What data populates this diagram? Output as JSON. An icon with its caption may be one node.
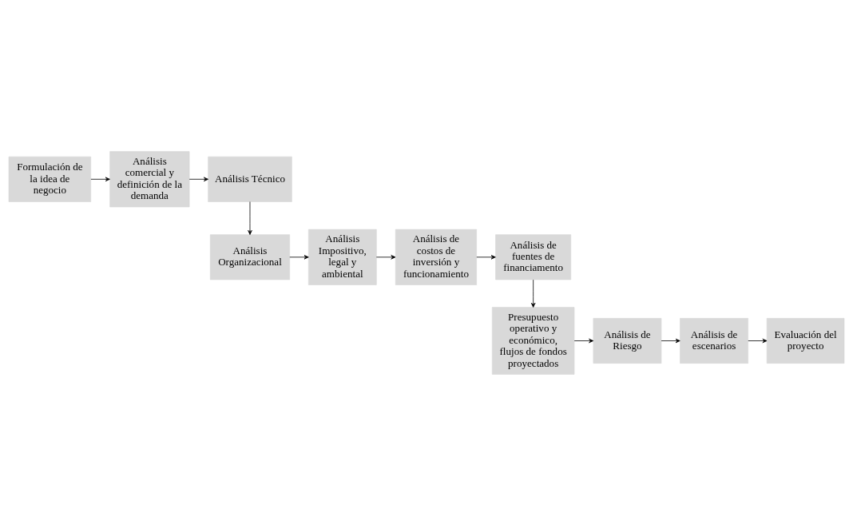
{
  "diagram": {
    "nodes": [
      {
        "text": [
          "Formulación de la idea de negocio"
        ]
      },
      {
        "text": [
          "Análisis comercial y definición de la demanda"
        ]
      },
      {
        "text": [
          "Análisis Técnico"
        ]
      },
      {
        "text": [
          "Análisis Organizacional"
        ]
      },
      {
        "text": [
          "Análisis Impositivo, legal y ambiental"
        ]
      },
      {
        "text": [
          "Análisis de costos de inversión y funcionamiento"
        ]
      },
      {
        "text": [
          "Análisis de fuentes de financiamento"
        ]
      },
      {
        "text": [
          "Presupuesto operativo y económico, flujos de fondos proyectados"
        ]
      },
      {
        "text": [
          "Análisis de Riesgo"
        ]
      },
      {
        "text": [
          "Análisis de escenarios"
        ]
      },
      {
        "text": [
          "Evaluación del proyecto"
        ]
      }
    ],
    "edges": [
      {
        "from": 0,
        "to": 1,
        "arrow": "to"
      },
      {
        "from": 1,
        "to": 2,
        "arrow": "to"
      },
      {
        "from": 2,
        "to": 3,
        "arrow": "to"
      },
      {
        "from": 3,
        "to": 4,
        "arrow": "to"
      },
      {
        "from": 4,
        "to": 5,
        "arrow": "to"
      },
      {
        "from": 5,
        "to": 6,
        "arrow": "to"
      },
      {
        "from": 6,
        "to": 7,
        "arrow": "to"
      },
      {
        "from": 7,
        "to": 8,
        "arrow": "to"
      },
      {
        "from": 8,
        "to": 9,
        "arrow": "to"
      },
      {
        "from": 9,
        "to": 10,
        "arrow": "to"
      }
    ]
  }
}
